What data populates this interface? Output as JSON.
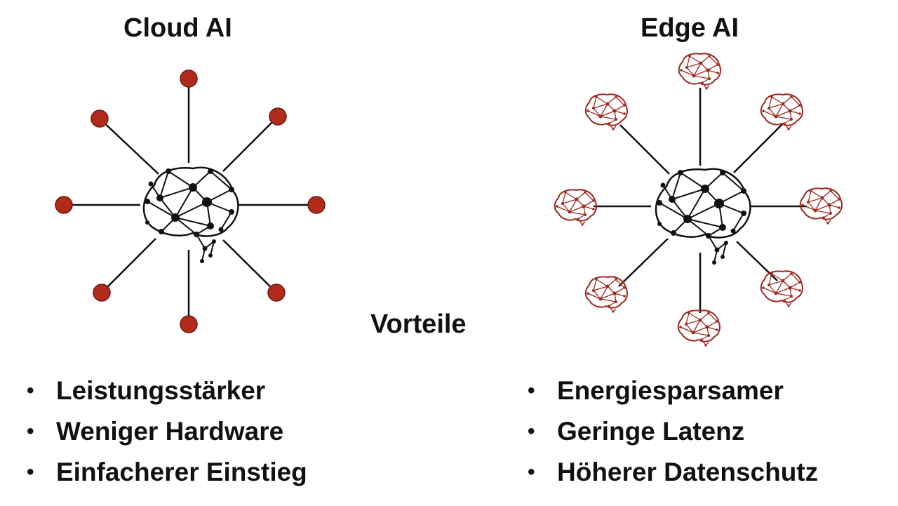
{
  "cloud": {
    "title": "Cloud AI",
    "node_color": "#b22a1c",
    "advantages": [
      "Leistungsstärker",
      "Weniger Hardware",
      "Einfacherer Einstieg"
    ]
  },
  "edge": {
    "title": "Edge AI",
    "node_color": "#9c2a20",
    "advantages": [
      "Energiesparsamer",
      "Geringe Latenz",
      "Höherer Datenschutz"
    ]
  },
  "center_label": "Vorteile",
  "bullet_symbol": "•",
  "icons": {
    "hub": "neural-brain-icon",
    "cloud_node": "red-circle-node",
    "edge_node": "small-brain-icon"
  }
}
